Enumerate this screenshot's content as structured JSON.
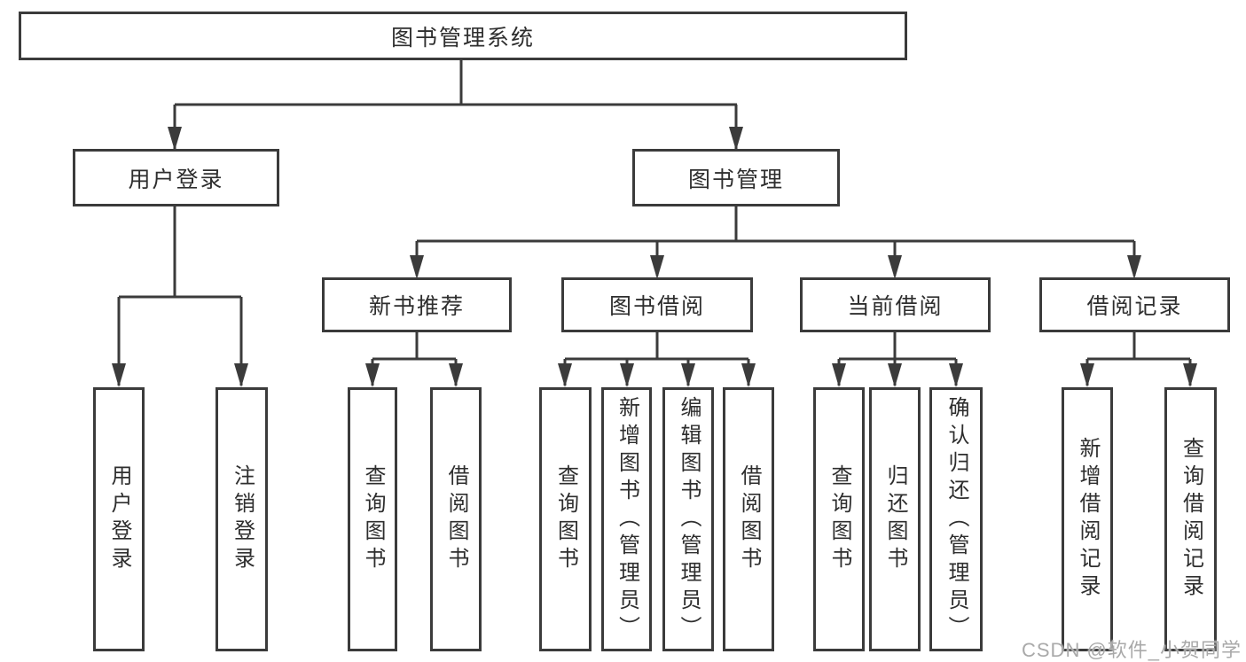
{
  "nodes": {
    "root": "图书管理系统",
    "user_login": "用户登录",
    "book_management": "图书管理",
    "new_book_recommend": "新书推荐",
    "book_borrowing": "图书借阅",
    "current_borrowing": "当前借阅",
    "borrowing_records": "借阅记录",
    "leaf_user_login": "用户登录",
    "leaf_logout": "注销登录",
    "leaf_query_books_1": "查询图书",
    "leaf_borrow_books_1": "借阅图书",
    "leaf_query_books_2": "查询图书",
    "leaf_add_books": "新增图书（管理员）",
    "leaf_edit_books": "编辑图书（管理员）",
    "leaf_borrow_books_2": "借阅图书",
    "leaf_query_books_3": "查询图书",
    "leaf_return_books": "归还图书",
    "leaf_confirm_return": "确认归还（管理员）",
    "leaf_add_borrow_record": "新增借阅记录",
    "leaf_query_borrow_record": "查询借阅记录"
  },
  "watermark": "CSDN @软件_小贺同学",
  "colors": {
    "line": "#3b3b3b",
    "text": "#2e2e2e",
    "watermark": "#a9a9a9",
    "background": "#ffffff"
  }
}
